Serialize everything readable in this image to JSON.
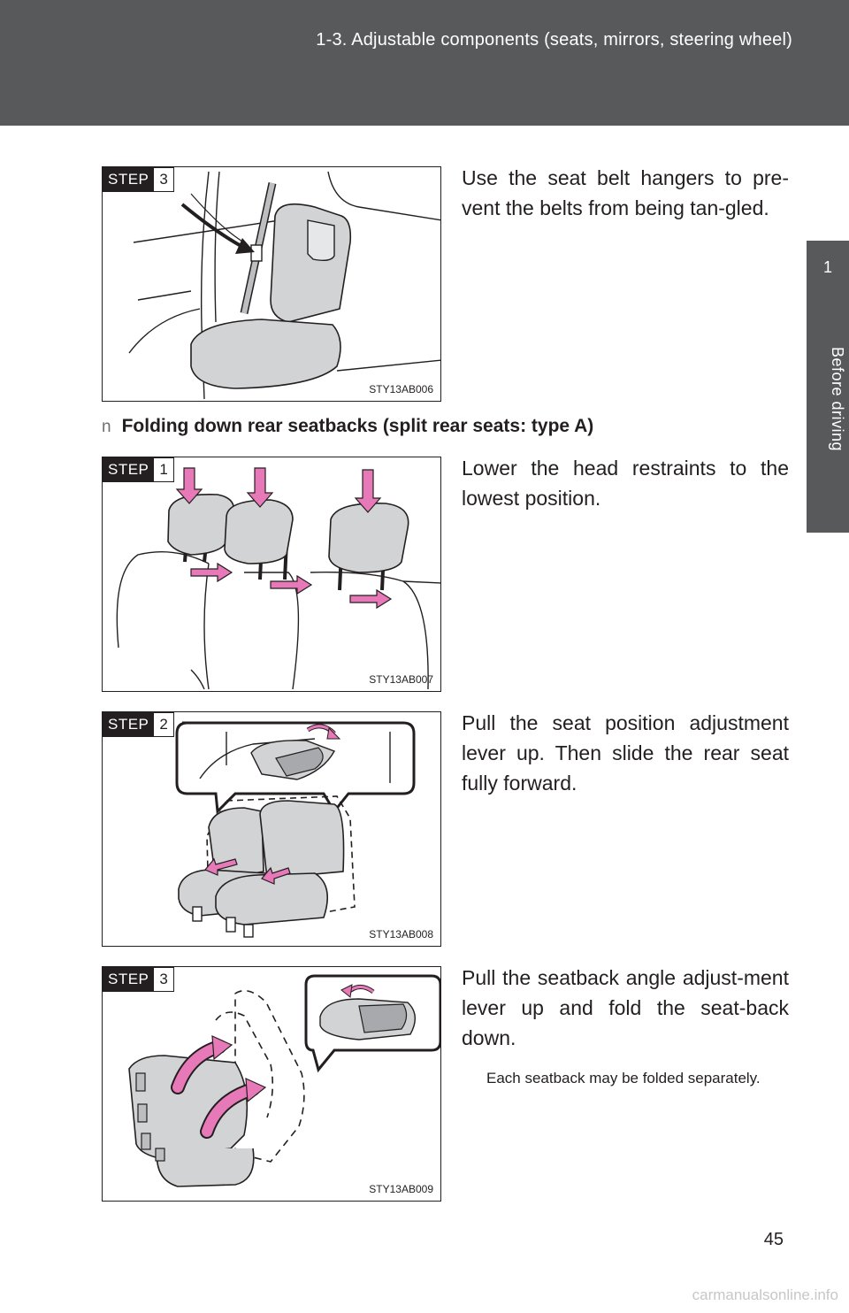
{
  "header": {
    "title": "1-3. Adjustable components (seats, mirrors, steering wheel)"
  },
  "side_tab": {
    "number": "1",
    "label": "Before driving"
  },
  "steps": [
    {
      "word": "STEP",
      "num": "3",
      "code": "STY13AB006",
      "text": "Use the seat belt hangers to pre-vent the belts from being tan-gled.",
      "note": ""
    },
    {
      "word": "STEP",
      "num": "1",
      "code": "STY13AB007",
      "text": "Lower the head restraints to the lowest position.",
      "note": ""
    },
    {
      "word": "STEP",
      "num": "2",
      "code": "STY13AB008",
      "text": "Pull the seat position adjustment lever up. Then slide the rear seat fully forward.",
      "note": ""
    },
    {
      "word": "STEP",
      "num": "3",
      "code": "STY13AB009",
      "text": "Pull the seatback angle adjust-ment lever up and fold the seat-back down.",
      "note": "Each seatback may be folded separately."
    }
  ],
  "section": {
    "bullet": "n",
    "heading": "Folding down rear seatbacks (split rear seats: type A)"
  },
  "page_number": "45",
  "watermark": "carmanualsonline.info",
  "colors": {
    "header": "#58595b",
    "arrow_pink": "#e879b9",
    "seat_gray": "#d1d3d4"
  }
}
